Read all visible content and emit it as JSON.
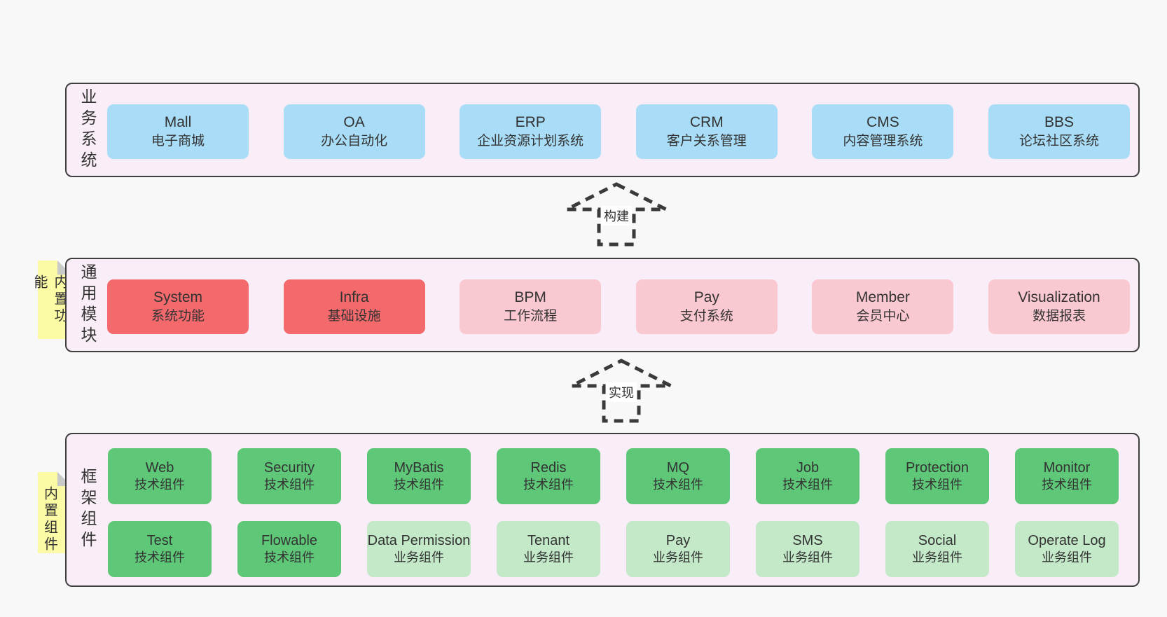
{
  "colors": {
    "page-bg": "#f8f8f8",
    "band-bg": "#f9eef7",
    "band-border": "#3f3f3f",
    "box-blue": "#a9dcf6",
    "box-red": "#f4696c",
    "box-pink": "#f9c8d1",
    "box-green": "#5ec878",
    "box-green-light": "#c3e9c8",
    "sticky": "#fbfaa5",
    "sticky-fold": "#c9c9c9",
    "text": "#333333"
  },
  "arrows": [
    {
      "label": "构建"
    },
    {
      "label": "实现"
    }
  ],
  "bands": [
    {
      "label_vertical": "业务系统",
      "boxes": [
        {
          "en": "Mall",
          "zh": "电子商城"
        },
        {
          "en": "OA",
          "zh": "办公自动化"
        },
        {
          "en": "ERP",
          "zh": "企业资源计划系统"
        },
        {
          "en": "CRM",
          "zh": "客户关系管理"
        },
        {
          "en": "CMS",
          "zh": "内容管理系统"
        },
        {
          "en": "BBS",
          "zh": "论坛社区系统"
        }
      ]
    },
    {
      "label_vertical": "通用模块",
      "sticky": "内置功能",
      "boxes": [
        {
          "en": "System",
          "zh": "系统功能"
        },
        {
          "en": "Infra",
          "zh": "基础设施"
        },
        {
          "en": "BPM",
          "zh": "工作流程"
        },
        {
          "en": "Pay",
          "zh": "支付系统"
        },
        {
          "en": "Member",
          "zh": "会员中心"
        },
        {
          "en": "Visualization",
          "zh": "数据报表"
        }
      ]
    },
    {
      "label_vertical": "框架组件",
      "sticky": "内置组件",
      "rows": [
        [
          {
            "en": "Web",
            "zh": "技术组件"
          },
          {
            "en": "Security",
            "zh": "技术组件"
          },
          {
            "en": "MyBatis",
            "zh": "技术组件"
          },
          {
            "en": "Redis",
            "zh": "技术组件"
          },
          {
            "en": "MQ",
            "zh": "技术组件"
          },
          {
            "en": "Job",
            "zh": "技术组件"
          },
          {
            "en": "Protection",
            "zh": "技术组件"
          },
          {
            "en": "Monitor",
            "zh": "技术组件"
          }
        ],
        [
          {
            "en": "Test",
            "zh": "技术组件"
          },
          {
            "en": "Flowable",
            "zh": "技术组件"
          },
          {
            "en": "Data Permission",
            "zh": "业务组件"
          },
          {
            "en": "Tenant",
            "zh": "业务组件"
          },
          {
            "en": "Pay",
            "zh": "业务组件"
          },
          {
            "en": "SMS",
            "zh": "业务组件"
          },
          {
            "en": "Social",
            "zh": "业务组件"
          },
          {
            "en": "Operate Log",
            "zh": "业务组件"
          }
        ]
      ]
    }
  ]
}
